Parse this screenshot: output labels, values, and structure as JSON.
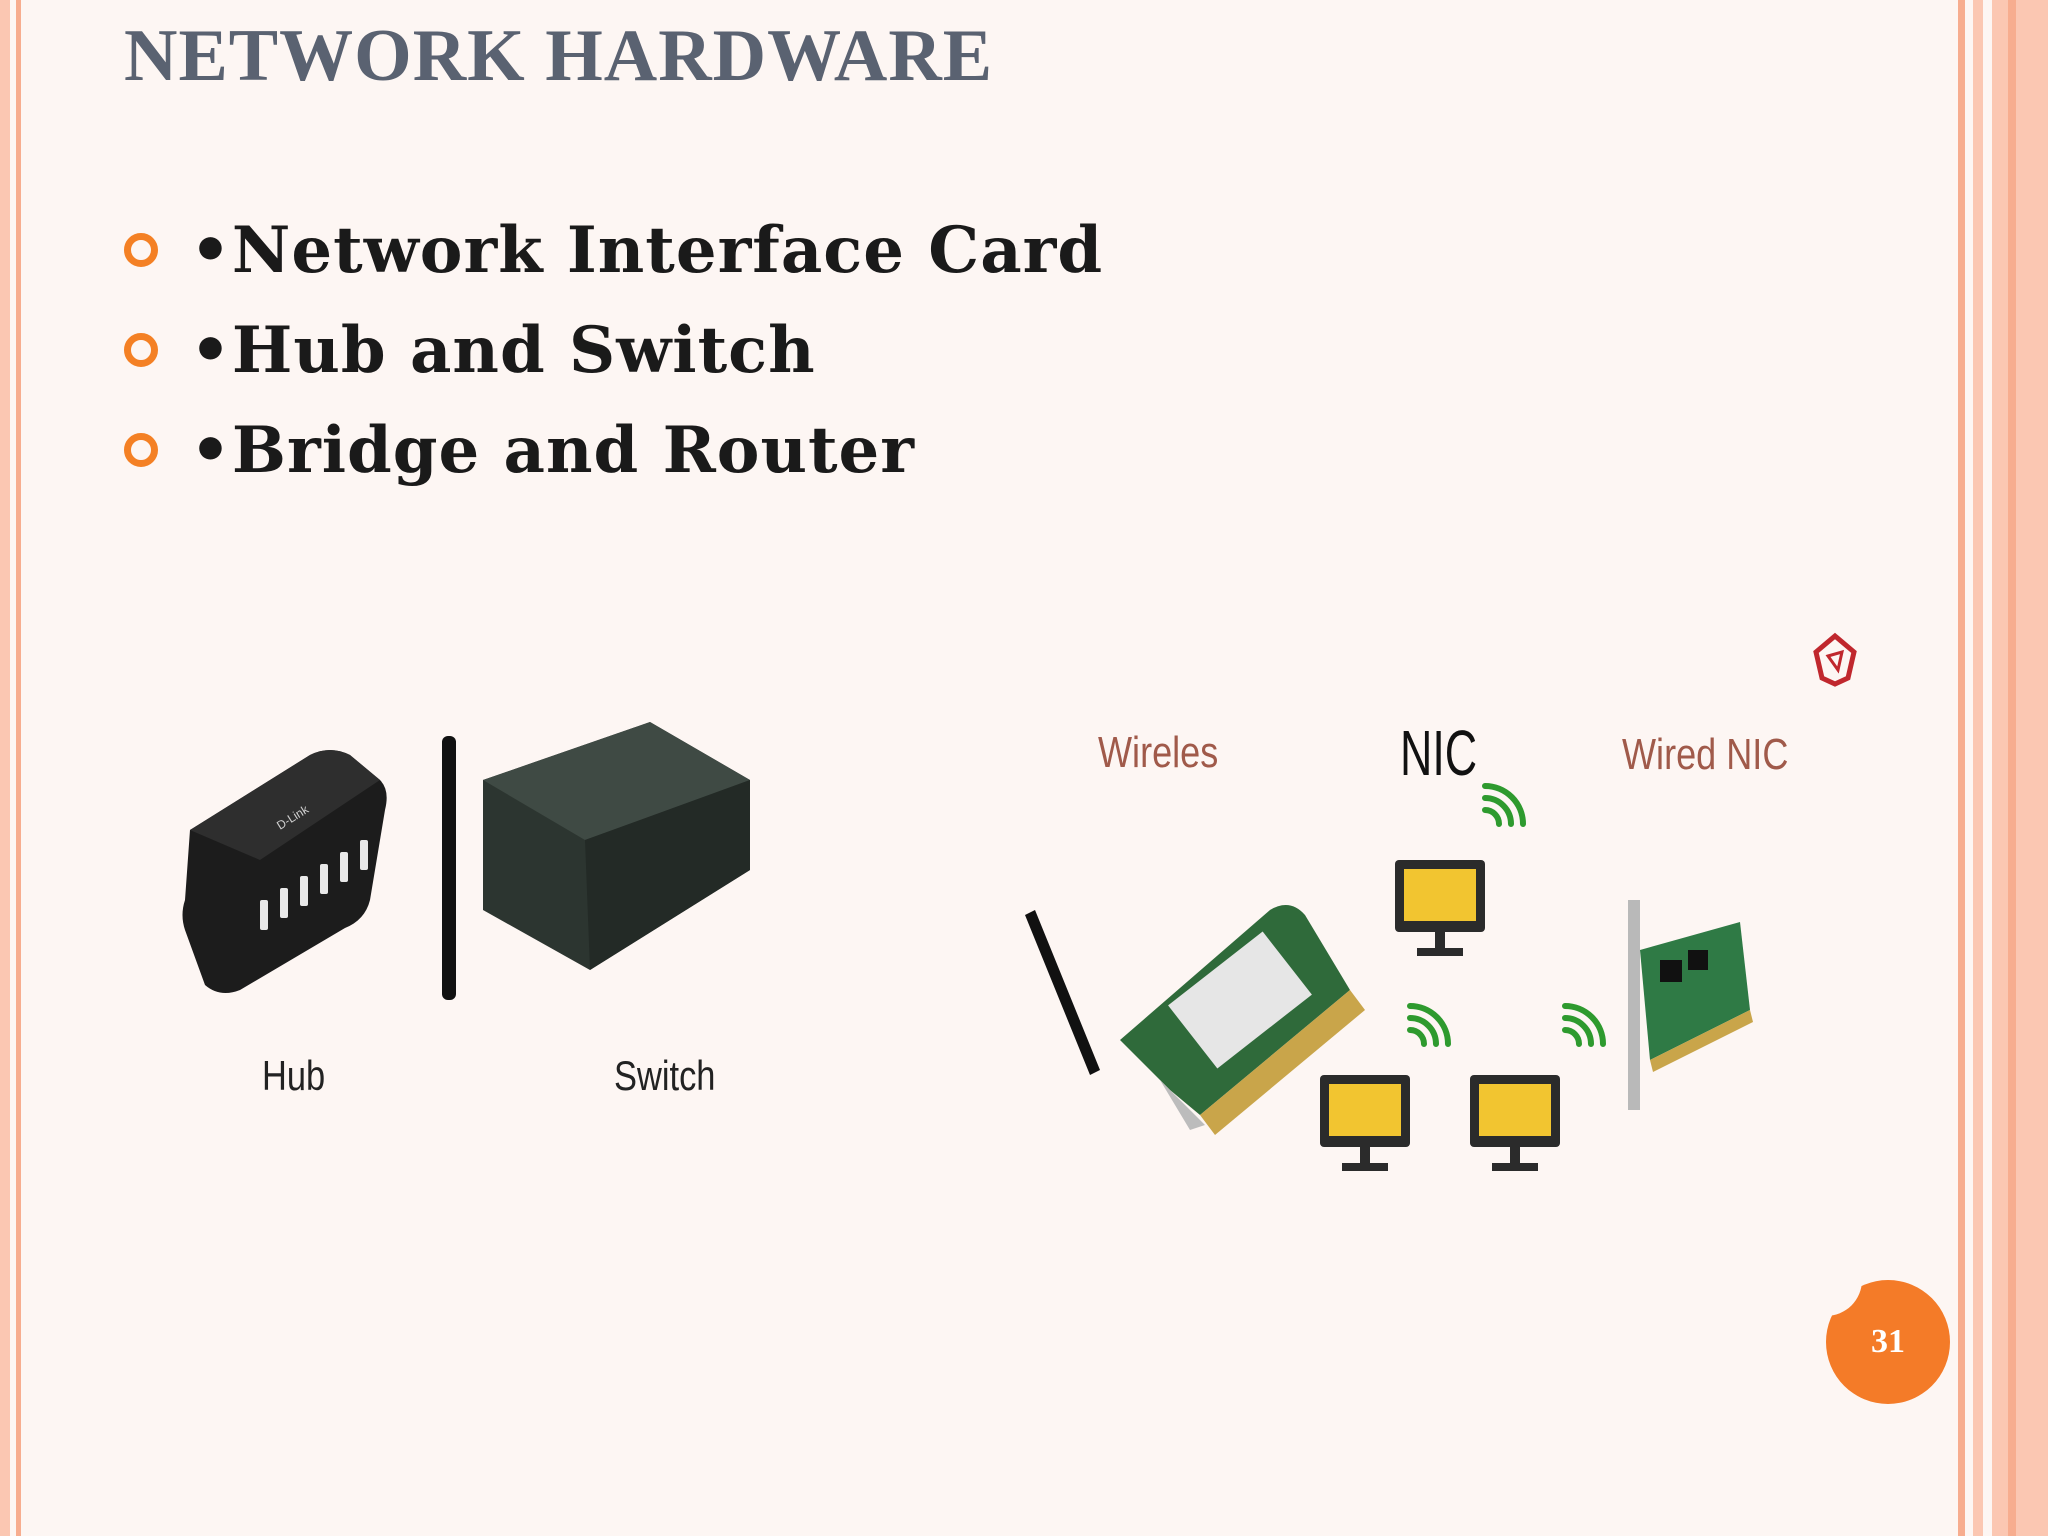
{
  "slide": {
    "title": "NETWORK HARDWARE",
    "bullets": [
      "•Network Interface Card",
      "•Hub and Switch",
      "•Bridge and Router"
    ],
    "page_number": "31"
  },
  "figure_left": {
    "hub_label": "Hub",
    "switch_label": "Switch",
    "brand_text": "D-Link"
  },
  "figure_right": {
    "wireless_label": "Wireles",
    "nic_label": "NIC",
    "wired_label": "Wired NIC"
  },
  "colors": {
    "accent": "#f47b28",
    "title": "#5a6271",
    "border": "#fbc7b2",
    "background": "#fdf6f3"
  }
}
